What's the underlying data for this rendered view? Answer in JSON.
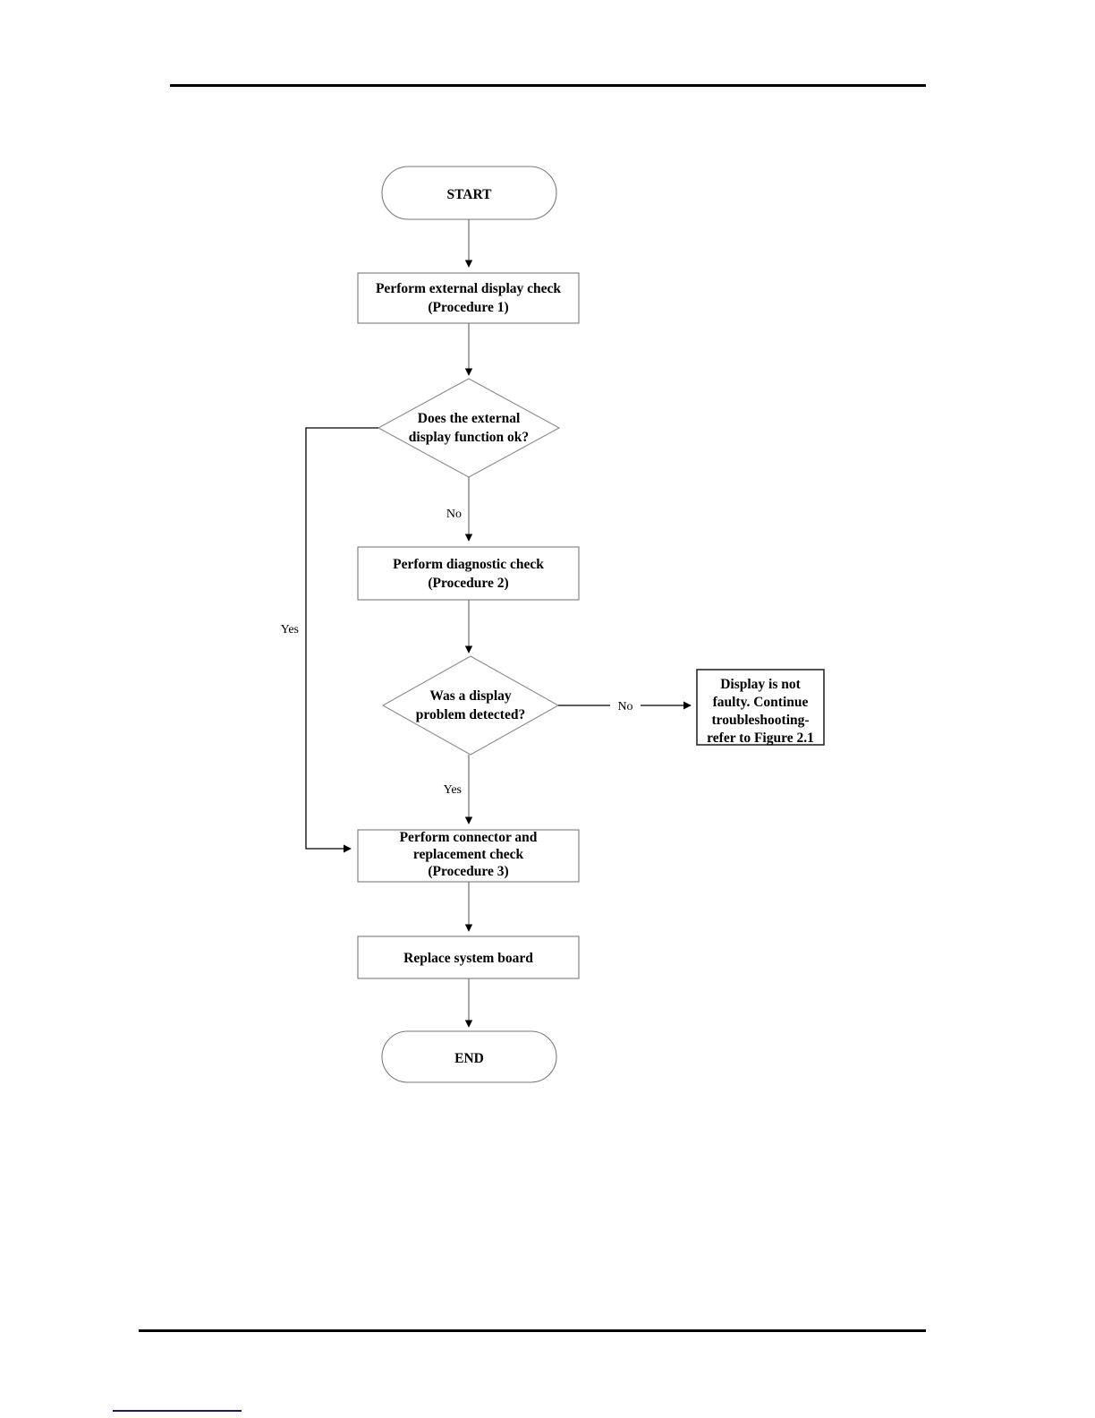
{
  "document": {
    "type": "flowchart",
    "title": "Display troubleshooting flowchart",
    "page_background": "#ffffff",
    "rule_color": "#000000",
    "footer_mark_color": "#191970"
  },
  "flowchart": {
    "nodes": {
      "start": {
        "shape": "terminator",
        "label": "START"
      },
      "external_check": {
        "shape": "process",
        "line1": "Perform external display check",
        "line2": "(Procedure 1)"
      },
      "decision_external": {
        "shape": "decision",
        "line1": "Does the external",
        "line2": "display function ok?"
      },
      "diagnostic_check": {
        "shape": "process",
        "line1": "Perform diagnostic check",
        "line2": "(Procedure 2)"
      },
      "decision_problem": {
        "shape": "decision",
        "line1": "Was a display",
        "line2": "problem detected?"
      },
      "not_faulty": {
        "shape": "process",
        "line1": "Display is not",
        "line2": "faulty. Continue",
        "line3": "troubleshooting-",
        "line4": "refer to Figure 2.1"
      },
      "connector_check": {
        "shape": "process",
        "line1": "Perform connector and",
        "line2": "replacement check",
        "line3": "(Procedure 3)"
      },
      "replace_board": {
        "shape": "process",
        "label": "Replace system board"
      },
      "end": {
        "shape": "terminator",
        "label": "END"
      }
    },
    "edges": {
      "external_no": {
        "label": "No"
      },
      "external_yes": {
        "label": "Yes"
      },
      "problem_no": {
        "label": "No"
      },
      "problem_yes": {
        "label": "Yes"
      }
    }
  }
}
